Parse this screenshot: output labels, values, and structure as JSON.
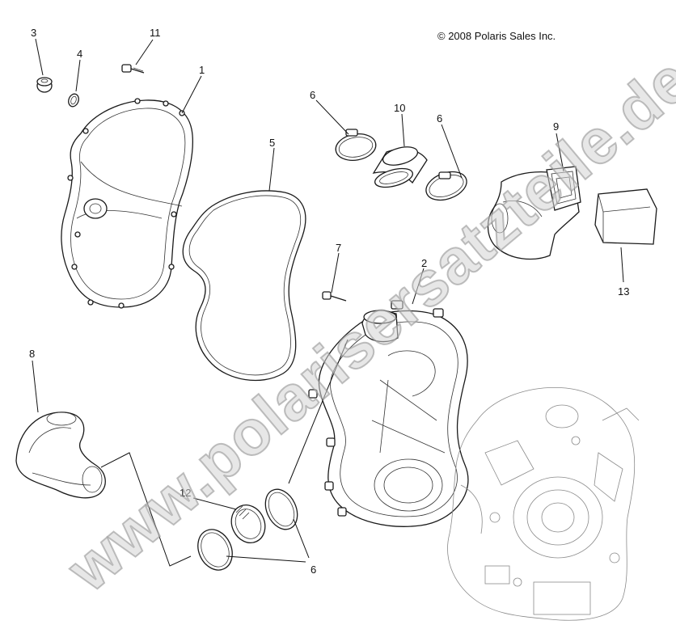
{
  "copyright": "© 2008 Polaris Sales Inc.",
  "watermark": "www.polarisersatzteile.de",
  "callouts": {
    "c1": "1",
    "c2": "2",
    "c3": "3",
    "c4": "4",
    "c5": "5",
    "c6a": "6",
    "c6b": "6",
    "c6c": "6",
    "c7": "7",
    "c8": "8",
    "c9": "9",
    "c10": "10",
    "c11": "11",
    "c12": "12",
    "c13": "13"
  }
}
